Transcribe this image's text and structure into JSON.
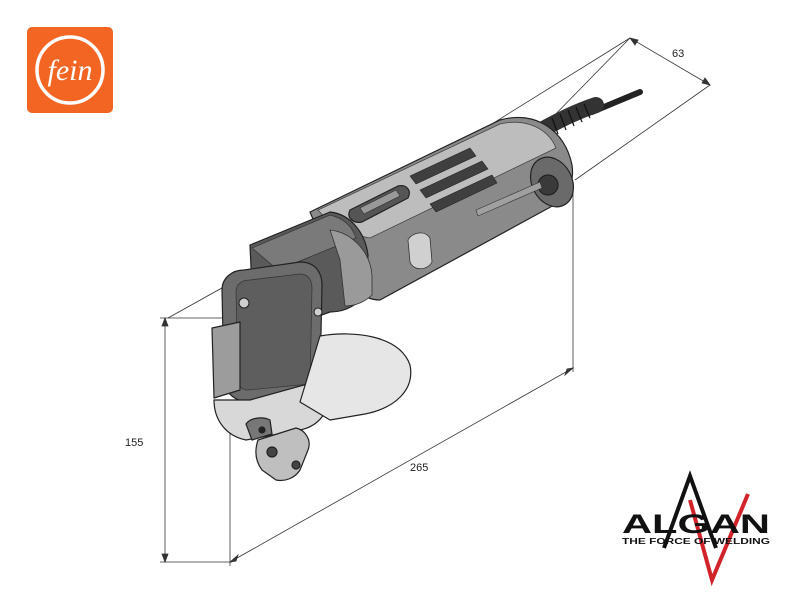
{
  "brand": {
    "logo_text": "fein",
    "logo_bg": "#f26522"
  },
  "dimensions": {
    "depth": "63",
    "height": "155",
    "length": "265"
  },
  "watermark": {
    "name": "ALGAN",
    "tagline": "THE FORCE OF WELDING",
    "accent_color": "#d2232a"
  },
  "colors": {
    "tool_body": "#7a7a7a",
    "tool_dark": "#4d4d4d",
    "tool_light": "#b8b8b8",
    "line": "#333333"
  }
}
